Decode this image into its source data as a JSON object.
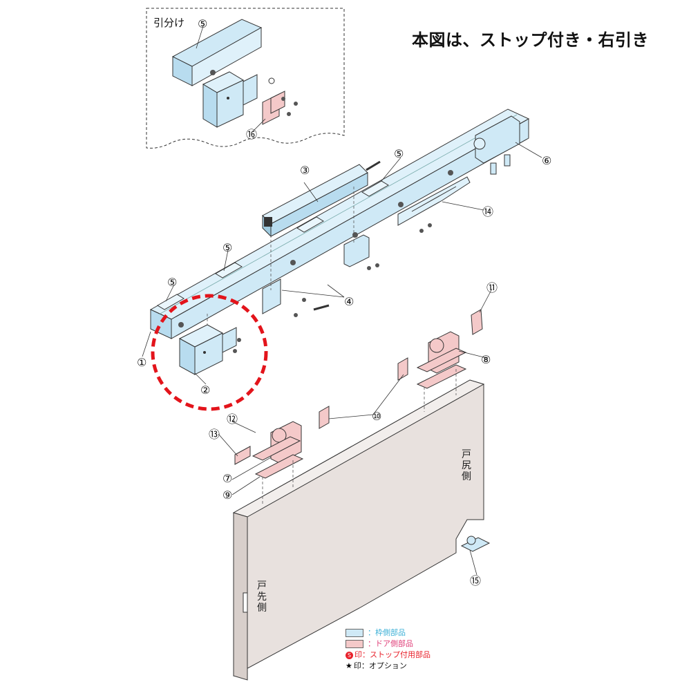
{
  "title": "本図は、ストップ付き・右引き",
  "inset": {
    "label": "引分け"
  },
  "door_labels": {
    "tail": "戸尻側",
    "lead": "戸先側"
  },
  "part_numbers": [
    "①",
    "②",
    "③",
    "④",
    "⑤",
    "⑥",
    "⑦",
    "⑧",
    "⑨",
    "⑩",
    "⑪",
    "⑫",
    "⑬",
    "⑭",
    "⑮",
    "⑯"
  ],
  "legend": [
    {
      "text": "：枠側部品",
      "color": "#3bb0d6",
      "swatch": "#cfe9f6"
    },
    {
      "text": "：ドア側部品",
      "color": "#e0407a",
      "swatch": "#f4c9c9"
    },
    {
      "text": "印：ストップ付用部品",
      "color": "#e8202a",
      "mark": "S"
    },
    {
      "text": "印：オプション",
      "color": "#111111",
      "mark": "★"
    }
  ],
  "colors": {
    "frame_fill": "#cfe9f6",
    "door_part_fill": "#f4c9c9",
    "door_fill": "#e8e1de",
    "callout_ring": "#e3141b",
    "outline": "#333333"
  }
}
